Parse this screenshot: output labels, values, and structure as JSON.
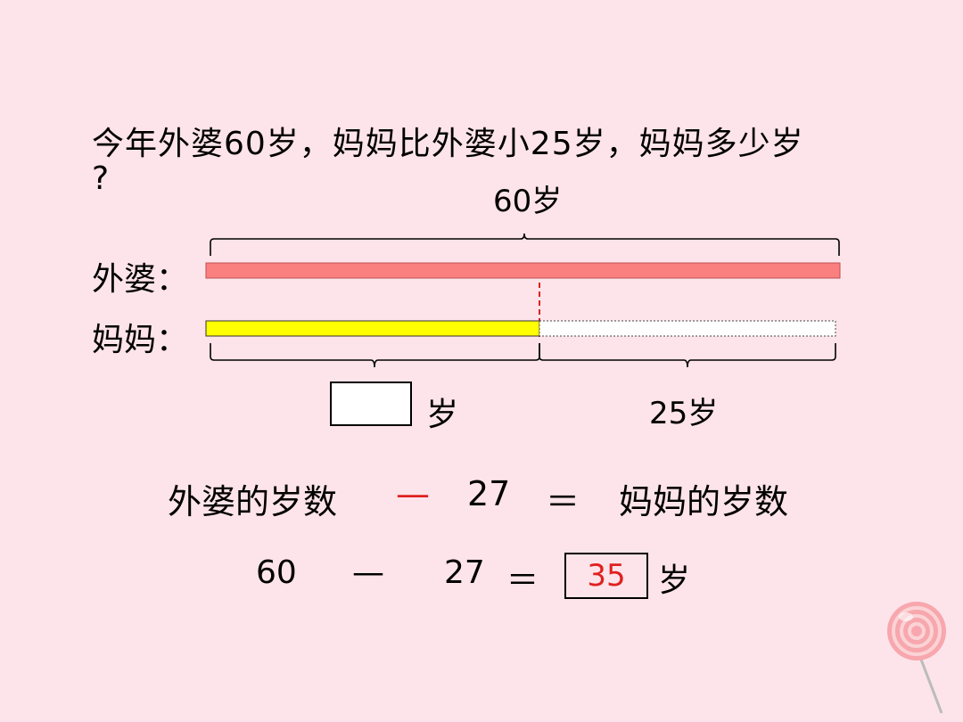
{
  "question": {
    "line1": "今年外婆60岁，妈妈比外婆小25岁，妈妈多少岁",
    "line2": "?"
  },
  "diagram": {
    "total_label": "60岁",
    "grandma_label": "外婆：",
    "mom_label": "妈妈：",
    "unknown_unit": "岁",
    "difference_label": "25岁",
    "colors": {
      "grandma_bar": "#fa8080",
      "mom_bar": "#ffff00",
      "divider": "#e02020"
    }
  },
  "equation_words": {
    "left": "外婆的岁数",
    "operator": "—",
    "number": "27",
    "equals": "＝",
    "right": "妈妈的岁数"
  },
  "equation_numbers": {
    "a": "60",
    "operator": "—",
    "b": "27",
    "equals": "＝",
    "result": "35",
    "unit": "岁"
  }
}
